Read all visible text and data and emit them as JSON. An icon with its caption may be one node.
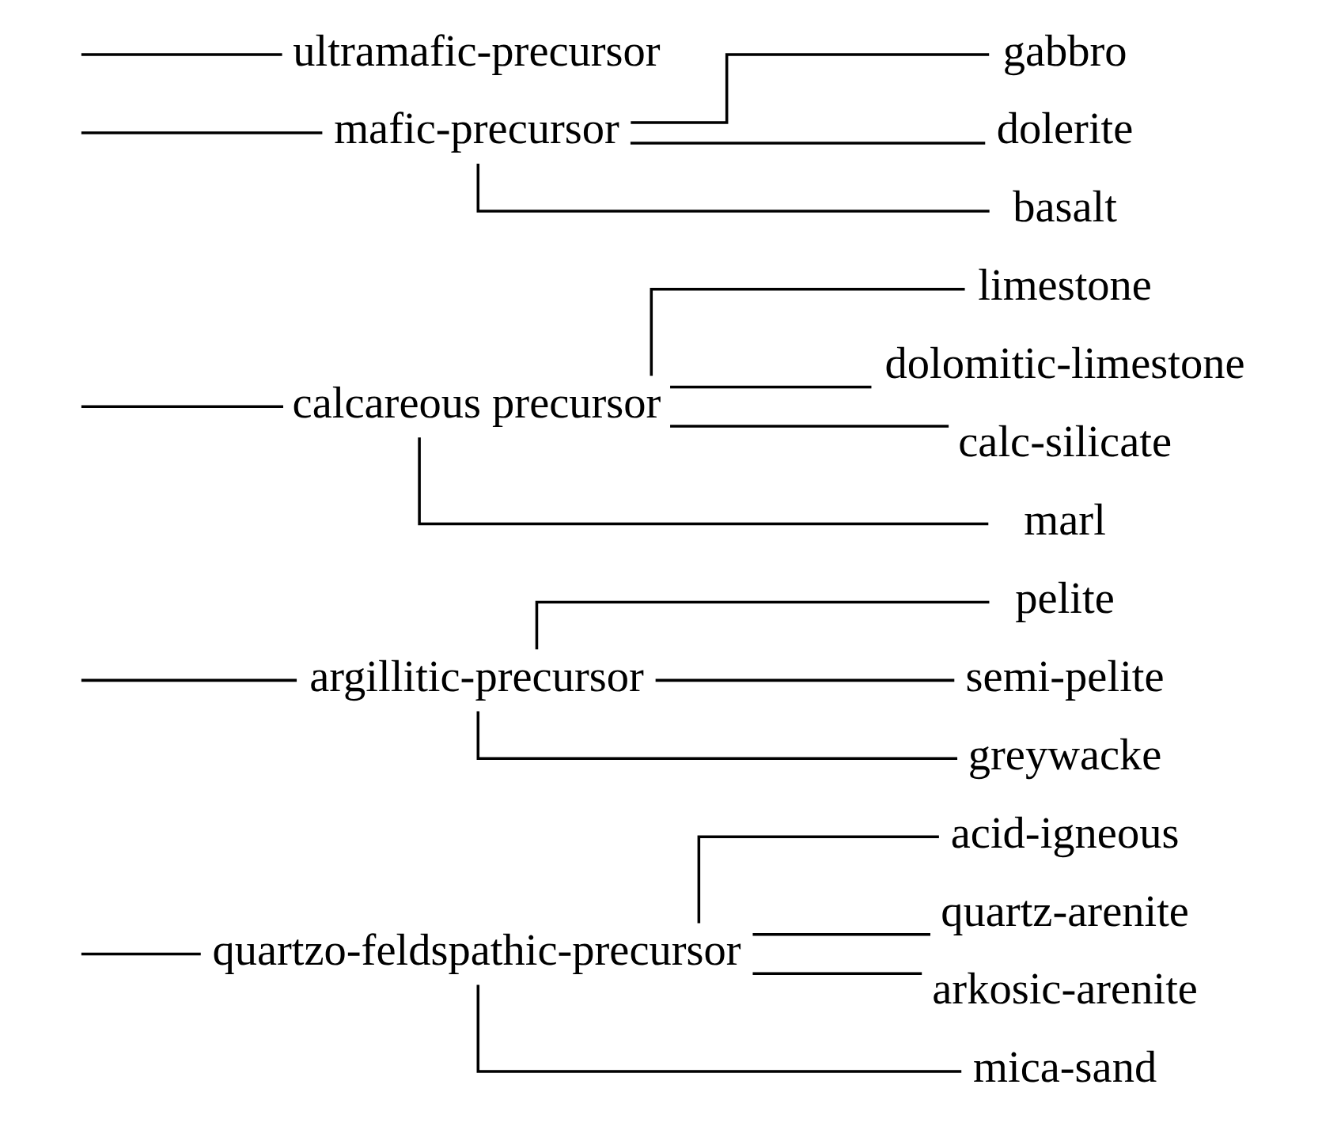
{
  "diagram": {
    "nodes": [
      {
        "text": [
          "quartzo-feldspathic-precursor"
        ]
      },
      {
        "text": [
          "acid-igneous"
        ]
      },
      {
        "text": [
          "quartz-arenite"
        ]
      },
      {
        "text": [
          "arkosic-arenite"
        ]
      },
      {
        "text": [
          "mica-sand"
        ]
      },
      {
        "text": [
          "argillitic-precursor"
        ]
      },
      {
        "text": [
          "pelite"
        ]
      },
      {
        "text": [
          "semi-pelite"
        ]
      },
      {
        "text": [
          "greywacke"
        ]
      },
      {
        "text": [
          "calcareous precursor"
        ]
      },
      {
        "text": [
          "limestone"
        ]
      },
      {
        "text": [
          "dolomitic-limestone"
        ]
      },
      {
        "text": [
          "calc-silicate"
        ]
      },
      {
        "text": [
          "marl"
        ]
      },
      {
        "text": [
          "mafic-precursor"
        ]
      },
      {
        "text": [
          "gabbro"
        ]
      },
      {
        "text": [
          "dolerite"
        ]
      },
      {
        "text": [
          "basalt"
        ]
      },
      {
        "text": [
          "ultramafic-precursor"
        ]
      }
    ],
    "edges": [
      {
        "from": null,
        "to": 0,
        "arrow": "none"
      },
      {
        "from": null,
        "to": 5,
        "arrow": "none"
      },
      {
        "from": null,
        "to": 9,
        "arrow": "none"
      },
      {
        "from": null,
        "to": 14,
        "arrow": "none"
      },
      {
        "from": null,
        "to": 18,
        "arrow": "none"
      },
      {
        "from": 0,
        "to": 1,
        "arrow": "none"
      },
      {
        "from": 0,
        "to": 2,
        "arrow": "none"
      },
      {
        "from": 0,
        "to": 3,
        "arrow": "none"
      },
      {
        "from": 0,
        "to": 4,
        "arrow": "none"
      },
      {
        "from": 5,
        "to": 6,
        "arrow": "none"
      },
      {
        "from": 5,
        "to": 7,
        "arrow": "none"
      },
      {
        "from": 5,
        "to": 8,
        "arrow": "none"
      },
      {
        "from": 9,
        "to": 10,
        "arrow": "none"
      },
      {
        "from": 9,
        "to": 11,
        "arrow": "none"
      },
      {
        "from": 9,
        "to": 12,
        "arrow": "none"
      },
      {
        "from": 9,
        "to": 13,
        "arrow": "none"
      },
      {
        "from": 14,
        "to": 15,
        "arrow": "none"
      },
      {
        "from": 14,
        "to": 16,
        "arrow": "none"
      },
      {
        "from": 14,
        "to": 17,
        "arrow": "none"
      }
    ]
  }
}
